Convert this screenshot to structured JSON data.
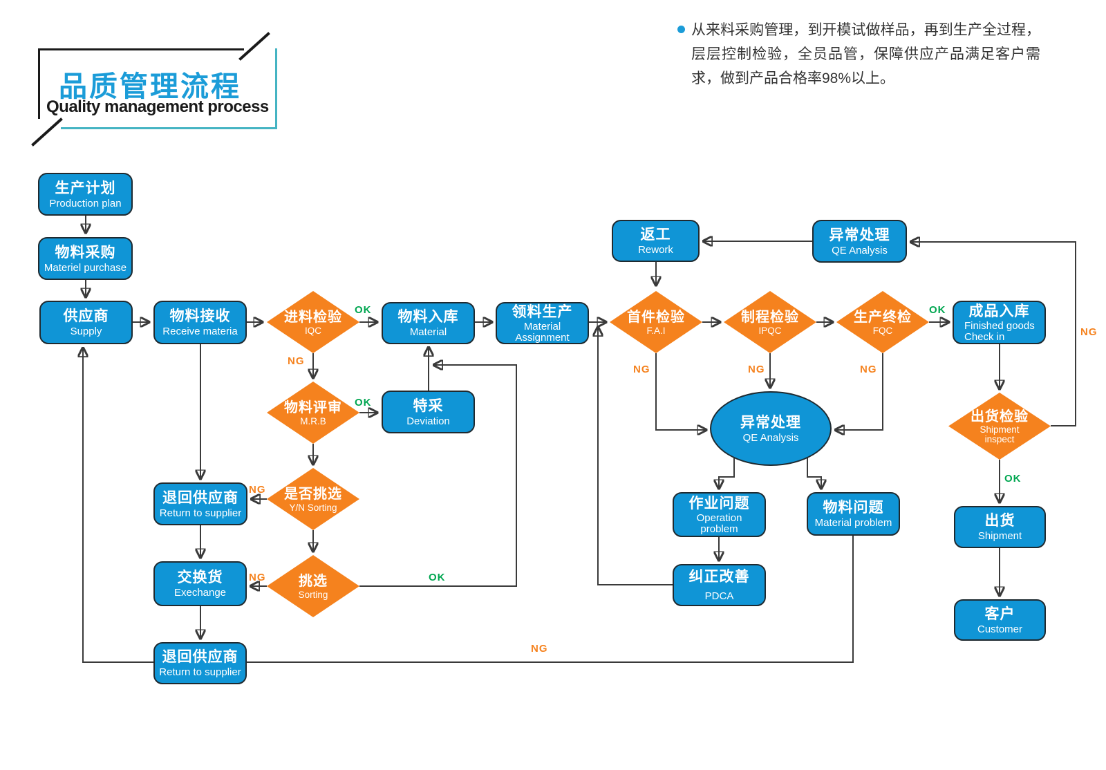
{
  "header": {
    "title_zh": "品质管理流程",
    "title_en": "Quality management process"
  },
  "intro": {
    "text": "从来料采购管理，到开模试做样品，再到生产全过程，层层控制检验，全员品管，保障供应产品满足客户需求，做到产品合格率98%以上。"
  },
  "colors": {
    "box_blue": "#1095D6",
    "diamond_orange": "#F5821E",
    "ok_green": "#00A650",
    "ng_orange": "#F5821E",
    "line_gray": "#3A3A3A",
    "title_blue": "#1B9CD8",
    "accent_teal": "#45B4C3"
  },
  "nodes": {
    "production_plan": {
      "zh": "生产计划",
      "en": "Production plan"
    },
    "material_purchase": {
      "zh": "物料采购",
      "en": "Materiel purchase"
    },
    "supply": {
      "zh": "供应商",
      "en": "Supply"
    },
    "receive_material": {
      "zh": "物料接收",
      "en": "Receive materia"
    },
    "iqc": {
      "zh": "进料检验",
      "en": "IQC"
    },
    "material_in": {
      "zh": "物料入库",
      "en": "Material"
    },
    "material_assignment": {
      "zh": "领料生产",
      "en": "Material\nAssignment"
    },
    "mrb": {
      "zh": "物料评审",
      "en": "M.R.B"
    },
    "deviation": {
      "zh": "特采",
      "en": "Deviation"
    },
    "yn_sorting": {
      "zh": "是否挑选",
      "en": "Y/N Sorting"
    },
    "return_supplier_1": {
      "zh": "退回供应商",
      "en": "Return to supplier"
    },
    "sorting": {
      "zh": "挑选",
      "en": "Sorting"
    },
    "exchange": {
      "zh": "交换货",
      "en": "Exechange"
    },
    "return_supplier_2": {
      "zh": "退回供应商",
      "en": "Return to supplier"
    },
    "rework": {
      "zh": "返工",
      "en": "Rework"
    },
    "qe_analysis_top": {
      "zh": "异常处理",
      "en": "QE Analysis"
    },
    "fai": {
      "zh": "首件检验",
      "en": "F.A.I"
    },
    "ipqc": {
      "zh": "制程检验",
      "en": "IPQC"
    },
    "fqc": {
      "zh": "生产终检",
      "en": "FQC"
    },
    "qe_analysis_center": {
      "zh": "异常处理",
      "en": "QE Analysis"
    },
    "operation_problem": {
      "zh": "作业问题",
      "en": "Operation\nproblem"
    },
    "material_problem": {
      "zh": "物料问题",
      "en": "Material problem"
    },
    "pdca": {
      "zh": "纠正改善",
      "en": "PDCA"
    },
    "finished_goods": {
      "zh": "成品入库",
      "en": "Finished goods\nCheck in"
    },
    "shipment_inspect": {
      "zh": "出货检验",
      "en": "Shipment\ninspect"
    },
    "shipment": {
      "zh": "出货",
      "en": "Shipment"
    },
    "customer": {
      "zh": "客户",
      "en": "Customer"
    }
  },
  "labels": {
    "iqc_ok": "OK",
    "iqc_ng": "NG",
    "mrb_ok": "OK",
    "yn_ng": "NG",
    "sorting_ng": "NG",
    "sorting_ok": "OK",
    "fai_ng": "NG",
    "ipqc_ng": "NG",
    "fqc_ng": "NG",
    "fqc_ok": "OK",
    "shipment_ok": "OK",
    "shipment_ng": "NG",
    "return_ng": "NG"
  }
}
